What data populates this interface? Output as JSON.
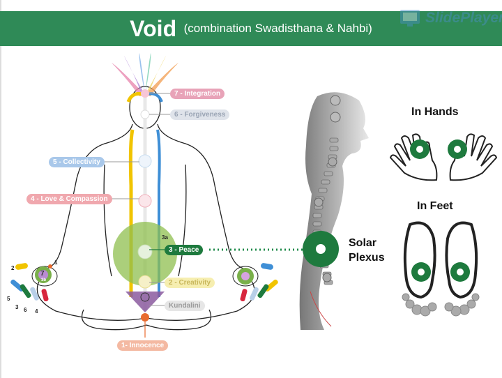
{
  "header": {
    "title": "Void",
    "subtitle": "(combination Swadisthana & Nahbi)"
  },
  "watermark": {
    "text": "SlidePlayer"
  },
  "chakras": [
    {
      "label": "7 - Integration",
      "color": "#e8a3b8"
    },
    {
      "label": "6 - Forgiveness",
      "color": "#dfe3ea"
    },
    {
      "label": "5 - Collectivity",
      "color": "#a9c8ea"
    },
    {
      "label": "4 - Love & Compassion",
      "color": "#f0a8ae"
    },
    {
      "label": "3 - Peace",
      "color": "#1e7a3e"
    },
    {
      "label": "2 - Creativity",
      "color": "#f6eeb0"
    },
    {
      "label": "Kundalini",
      "color": "#e6e6e6"
    },
    {
      "label": "1- Innocence",
      "color": "#f4b9a2"
    }
  ],
  "markers": {
    "three_a": "3a",
    "seven": "7",
    "three_b": "3b",
    "finger_1": "1",
    "finger_2": "2",
    "finger_3": "3",
    "finger_4": "4",
    "finger_5": "5",
    "finger_6": "6"
  },
  "labels": {
    "solar_plexus_line1": "Solar",
    "solar_plexus_line2": "Plexus",
    "in_hands": "In Hands",
    "in_feet": "In Feet"
  },
  "colors": {
    "header_green": "#2f8a57",
    "chakra_green": "#1e7a3e",
    "connector_green": "#1e8a4a"
  }
}
